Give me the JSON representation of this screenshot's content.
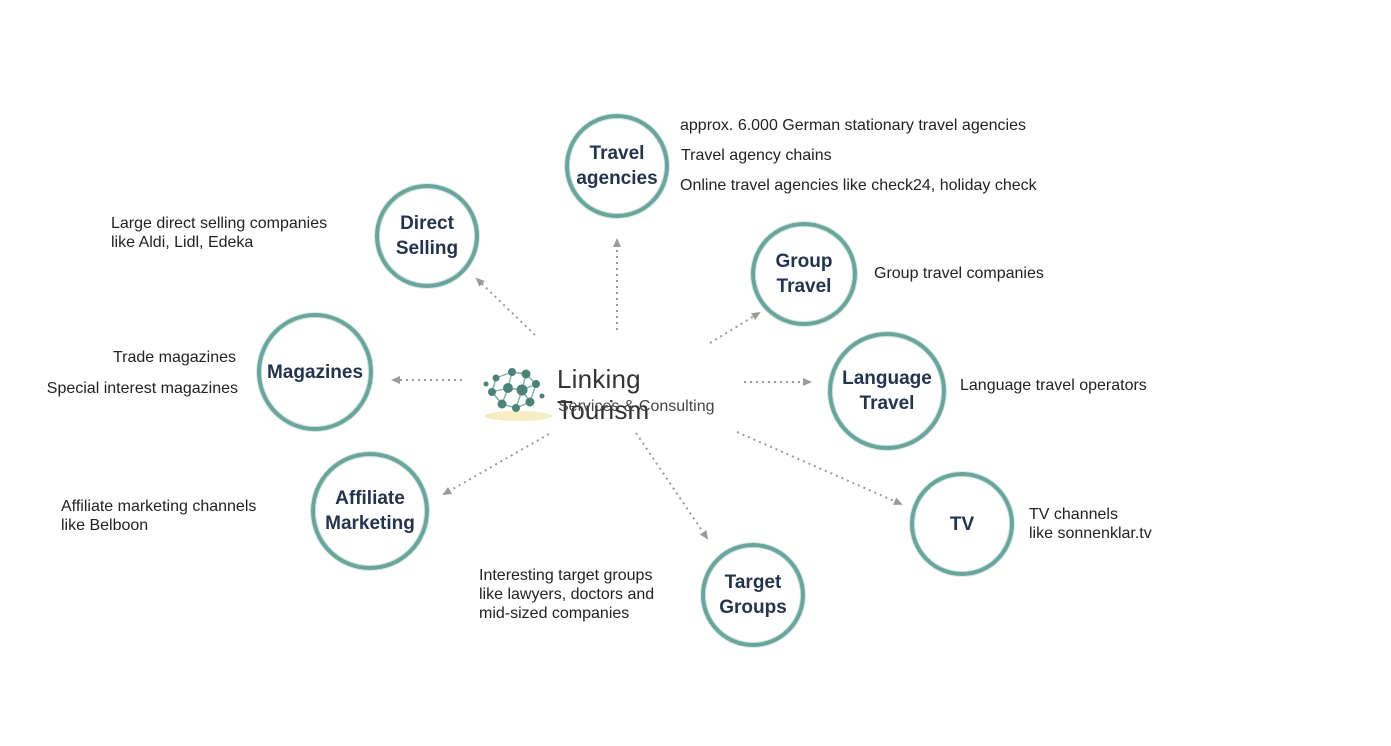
{
  "logo": {
    "title": "Linking Tourism",
    "subtitle": "Services & Consulting",
    "colors": {
      "dots": "#4e8178",
      "lines": "#7fb0a8",
      "underline": "#f2e6a8"
    }
  },
  "colors": {
    "ring": "#6aa59c",
    "node_text": "#24344d",
    "arrow": "#9a9a9a"
  },
  "nodes": {
    "travel_agencies": {
      "label": "Travel\nagencies"
    },
    "direct_selling": {
      "label": "Direct\nSelling"
    },
    "group_travel": {
      "label": "Group\nTravel"
    },
    "magazines": {
      "label": "Magazines"
    },
    "language_travel": {
      "label": "Language\nTravel"
    },
    "affiliate_marketing": {
      "label": "Affiliate\nMarketing"
    },
    "tv": {
      "label": "TV"
    },
    "target_groups": {
      "label": "Target\nGroups"
    }
  },
  "descriptions": {
    "travel_agencies_1": "approx. 6.000 German stationary travel agencies",
    "travel_agencies_2": "Travel agency chains",
    "travel_agencies_3": "Online travel agencies like check24, holiday check",
    "direct_selling": "Large direct selling companies\nlike Aldi, Lidl, Edeka",
    "group_travel": "Group travel companies",
    "magazines_1": "Trade magazines",
    "magazines_2": "Special interest magazines",
    "language_travel": "Language travel operators",
    "affiliate_marketing": "Affiliate marketing channels\nlike Belboon",
    "tv": "TV channels\nlike sonnenklar.tv",
    "target_groups": "Interesting target groups\nlike lawyers, doctors and\nmid-sized companies"
  }
}
